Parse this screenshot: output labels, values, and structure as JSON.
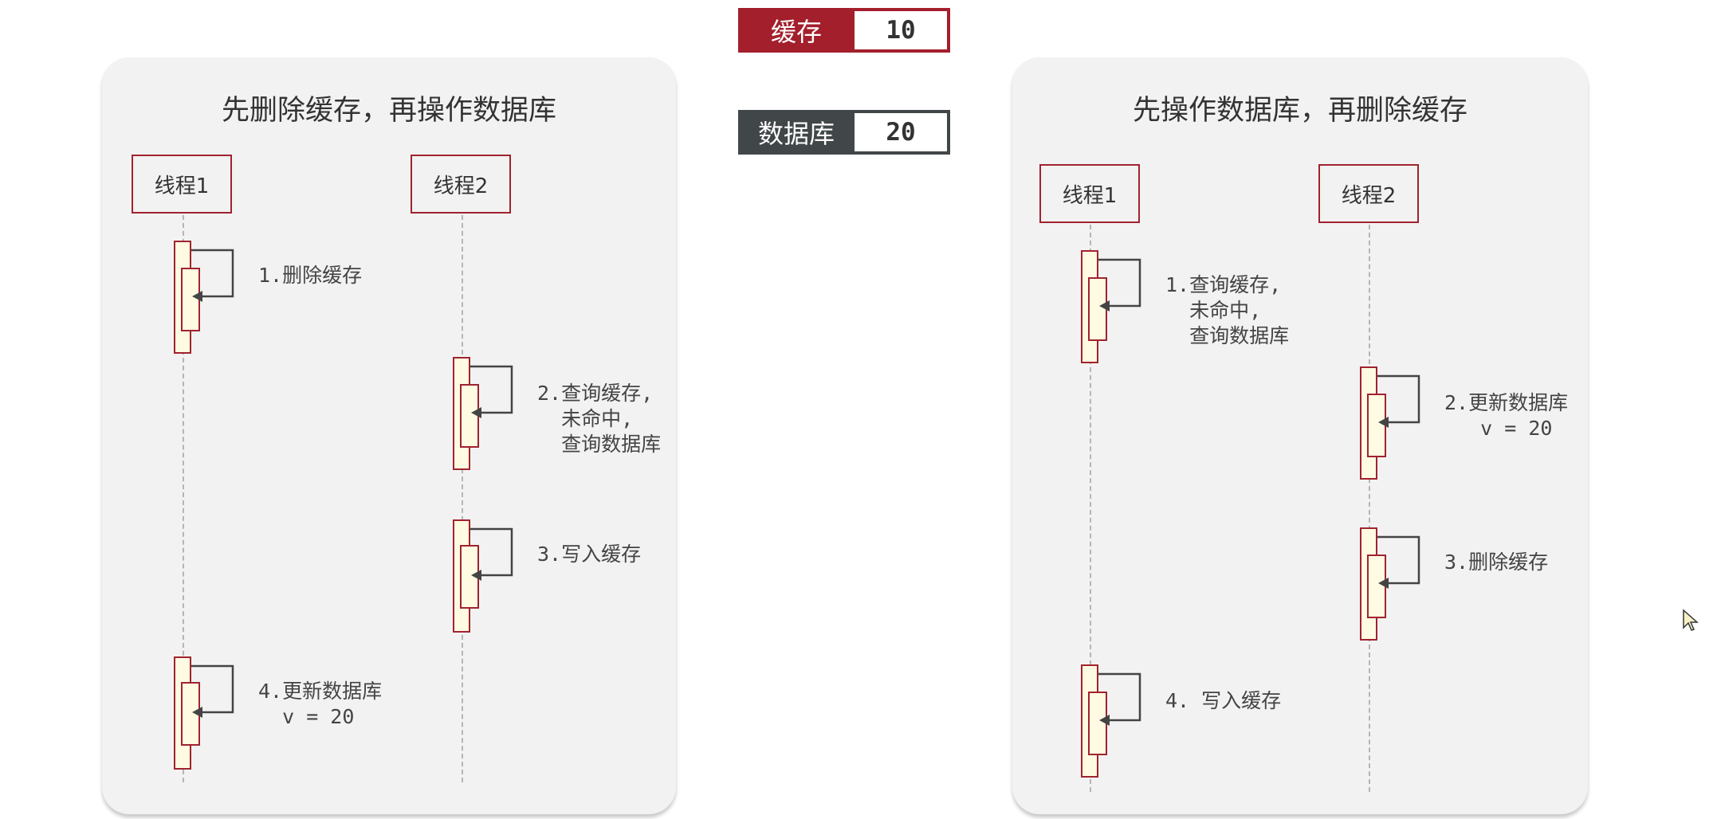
{
  "legend": {
    "cache": {
      "label": "缓存",
      "value": "10",
      "color": "#a31f2c"
    },
    "db": {
      "label": "数据库",
      "value": "20",
      "color": "#414749"
    }
  },
  "left_panel": {
    "title": "先删除缓存，再操作数据库",
    "thread1": "线程1",
    "thread2": "线程2",
    "steps": [
      "1.删除缓存",
      "2.查询缓存,\n  未命中,\n  查询数据库",
      "3.写入缓存",
      "4.更新数据库\n  v = 20"
    ]
  },
  "right_panel": {
    "title": "先操作数据库，再删除缓存",
    "thread1": "线程1",
    "thread2": "线程2",
    "steps": [
      "1.查询缓存,\n  未命中,\n  查询数据库",
      "2.更新数据库\n   v = 20",
      "3.删除缓存",
      "4. 写入缓存"
    ]
  },
  "colors": {
    "accent": "#a0232e",
    "activation_fill": "#fffbe2",
    "panel_bg": "#f2f2f2"
  },
  "icons": {
    "cursor": "mouse-pointer-icon"
  }
}
